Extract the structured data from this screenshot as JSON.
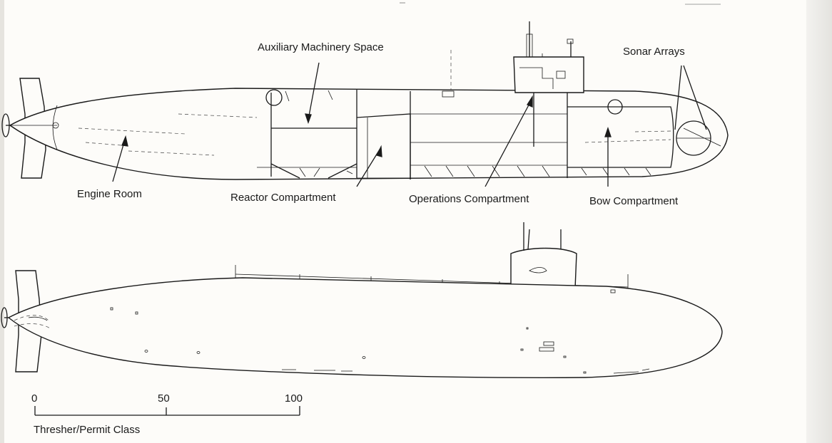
{
  "labels": {
    "auxiliary_machinery_space": "Auxiliary Machinery Space",
    "sonar_arrays": "Sonar Arrays",
    "engine_room": "Engine Room",
    "reactor_compartment": "Reactor Compartment",
    "operations_compartment": "Operations Compartment",
    "bow_compartment": "Bow Compartment"
  },
  "scale": {
    "ticks": [
      "0",
      "50",
      "100"
    ],
    "caption": "Thresher/Permit Class"
  }
}
